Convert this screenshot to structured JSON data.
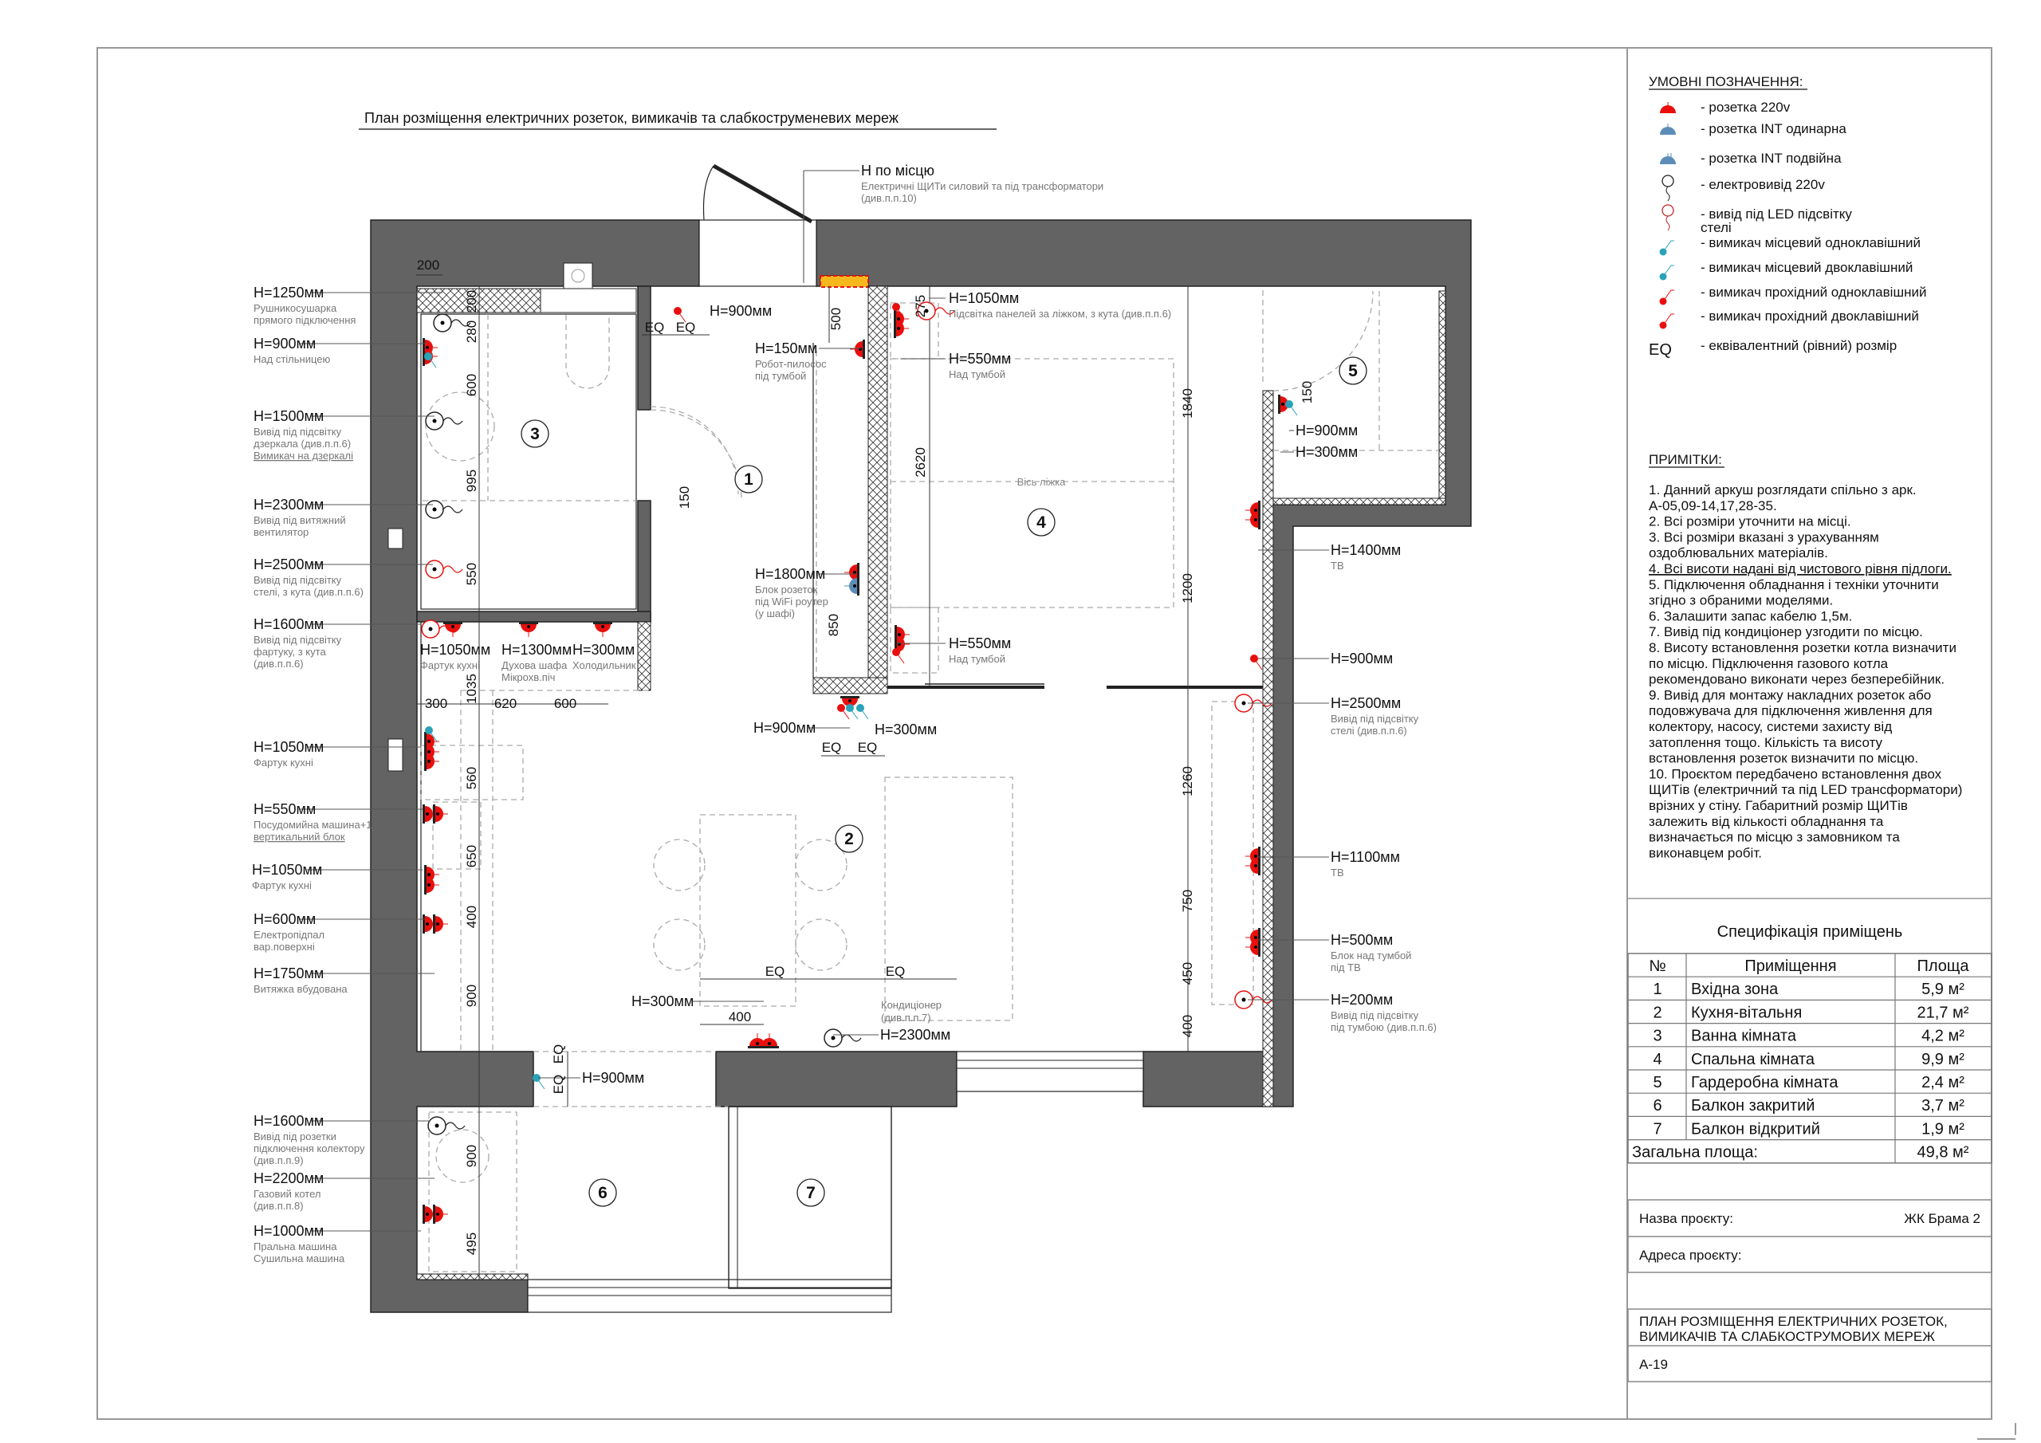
{
  "title": "План розміщення електричних розеток, вимикачів та слабкоструменевих мереж",
  "colors": {
    "socket": "#e8100e",
    "int_socket": "#5b8db8",
    "switch_local": "#2aa3b8",
    "panel": "#f6b81c",
    "wall": "#636363"
  },
  "legend": {
    "heading": "УМОВНІ ПОЗНАЧЕННЯ:",
    "items": [
      {
        "icon": "socket-220v-icon",
        "label": "- розетка 220v"
      },
      {
        "icon": "int-socket-single-icon",
        "label": "- розетка INT одинарна"
      },
      {
        "icon": "int-socket-double-icon",
        "label": "- розетка INT подвійна"
      },
      {
        "icon": "power-outlet-220v-icon",
        "label": "- електровивід 220v"
      },
      {
        "icon": "led-outlet-icon",
        "label": "- вивід під  LED підсвітку",
        "label2": "стелі"
      },
      {
        "icon": "local-switch-single-icon",
        "label": "- вимикач місцевий одноклавішний"
      },
      {
        "icon": "local-switch-double-icon",
        "label": "- вимикач місцевий двоклавішний"
      },
      {
        "icon": "pass-switch-single-icon",
        "label": "- вимикач прохідний одноклавішний"
      },
      {
        "icon": "pass-switch-double-icon",
        "label": "- вимикач прохідний двоклавішний"
      },
      {
        "icon": "eq-symbol",
        "symbol": "EQ",
        "label": "- еквівалентний (рівний) розмір"
      }
    ]
  },
  "notes": {
    "heading": "ПРИМІТКИ:",
    "lines": [
      "1. Данний аркуш розглядати спільно з арк.",
      "А-05,09-14,17,28-35.",
      "2. Всі розміри уточнити на місці.",
      "3. Всі розміри вказані з урахуванням",
      "оздоблювальних матеріалів.",
      "4. Всі висоти надані від чистового рівня підлоги.",
      "5. Підключення обладнання і техніки уточнити",
      "згідно з обраними моделями.",
      "6. Залашити запас кабелю 1,5м.",
      "7. Вивід під кондиціонер узгодити по місцю.",
      "8. Висоту встановлення розетки котла визначити",
      "по місцю. Підключення газового котла",
      "рекомендовано виконати через безперебійник.",
      "9. Вивід для монтажу накладних розеток або",
      "подовжувача для підключення живлення для",
      "колектору, насосу, системи захисту від",
      "затоплення тощо. Кількість та висоту",
      "встановлення розеток визначити по місцю.",
      "10. Проєктом передбачено встановлення двох",
      "ЩИТів (електричний та під LED трансформатори)",
      "врізних у стіну. Габаритний розмір ЩИТів",
      "залежить від кількості обладнання та",
      "визначається по місцю з замовником та",
      "виконавцем робіт."
    ]
  },
  "spec": {
    "title": "Специфікація приміщень",
    "headers": [
      "№",
      "Приміщення",
      "Площа"
    ],
    "rows": [
      [
        "1",
        "Вхідна зона",
        "5,9 м²"
      ],
      [
        "2",
        "Кухня-вітальня",
        "21,7 м²"
      ],
      [
        "3",
        "Ванна кімната",
        "4,2 м²"
      ],
      [
        "4",
        "Спальна кімната",
        "9,9 м²"
      ],
      [
        "5",
        "Гардеробна кімната",
        "2,4 м²"
      ],
      [
        "6",
        "Балкон закритий",
        "3,7 м²"
      ],
      [
        "7",
        "Балкон відкритий",
        "1,9 м²"
      ]
    ],
    "total_label": "Загальна площа:",
    "total_value": "49,8 м²"
  },
  "project": {
    "name_label": "Назва проєкту:",
    "name_value": "ЖК Брама 2",
    "address_label": "Адреса проєкту:"
  },
  "sheet": {
    "title_lines": [
      "ПЛАН РОЗМІЩЕННЯ ЕЛЕКТРИЧНИХ РОЗЕТОК,",
      "ВИМИКАЧІВ ТА СЛАБКОСТРУМОВИХ МЕРЕЖ"
    ],
    "code": "А-19"
  },
  "plan": {
    "rooms": [
      "1",
      "2",
      "3",
      "4",
      "5",
      "6",
      "7"
    ],
    "bed_axis": "Вісь ліжка",
    "ac_note": [
      "Кондиціонер",
      "(див.п.п.7)"
    ],
    "callouts": [
      {
        "h": "H=1250мм",
        "sub": [
          "Рушникосушарка",
          "прямого підключення"
        ]
      },
      {
        "h": "H=900мм",
        "sub": [
          "Над стільницею"
        ]
      },
      {
        "h": "H=1500мм",
        "sub": [
          "Вивід під підсвітку",
          "дзеркала (див.п.п.6)",
          "Вимикач на дзеркалі"
        ]
      },
      {
        "h": "H=2300мм",
        "sub": [
          "Вивід під витяжний",
          "вентилятор"
        ]
      },
      {
        "h": "H=2500мм",
        "sub": [
          "Вивід під підсвітку",
          "стелі, з кута (див.п.п.6)"
        ]
      },
      {
        "h": "H=1600мм",
        "sub": [
          "Вивід під підсвітку",
          "фартуку, з кута",
          "(див.п.п.6)"
        ]
      },
      {
        "h": "H=1050мм",
        "sub": [
          "Фартук кухні"
        ]
      },
      {
        "h": "H=1300мм",
        "sub": [
          "Духова шафа",
          "Мікрохв.піч"
        ]
      },
      {
        "h": "H=300мм",
        "sub": [
          "Холодильник"
        ]
      },
      {
        "h": "H=1050мм",
        "sub": [
          "Фартук кухні"
        ]
      },
      {
        "h": "H=550мм",
        "sub": [
          "Посудомийна машина+1",
          "вертикальний блок"
        ]
      },
      {
        "h": "H=1050мм",
        "sub": [
          "Фартук кухні"
        ]
      },
      {
        "h": "H=600мм",
        "sub": [
          "Електропідпал",
          "вар.поверхні"
        ]
      },
      {
        "h": "H=1750мм",
        "sub": [
          "Витяжка вбудована"
        ]
      },
      {
        "h": "H=1600мм",
        "sub": [
          "Вивід під розетки",
          "підключення колектору",
          "(див.п.п.9)"
        ]
      },
      {
        "h": "H=2200мм",
        "sub": [
          "Газовий котел",
          "(див.п.п.8)"
        ]
      },
      {
        "h": "H=1000мм",
        "sub": [
          "Пральна машина",
          "Сушильна машина"
        ]
      },
      {
        "h": "Н по місцю",
        "sub": [
          "Електричні ЩИТи силовий та під трансформатори",
          "(див.п.п.10)"
        ]
      },
      {
        "h": "H=900мм",
        "sub": []
      },
      {
        "h": "H=150мм",
        "sub": [
          "Робот-пилосос",
          "під тумбой"
        ]
      },
      {
        "h": "H=1050мм",
        "sub": [
          "Підсвітка панелей за ліжком, з кута (див.п.п.6)"
        ]
      },
      {
        "h": "H=550мм",
        "sub": [
          "Над тумбой"
        ]
      },
      {
        "h": "H=1800мм",
        "sub": [
          "Блок розеток",
          "під WiFi роутер",
          "(у шафі)"
        ]
      },
      {
        "h": "H=550мм",
        "sub": [
          "Над тумбой"
        ]
      },
      {
        "h": "H=900мм",
        "sub": []
      },
      {
        "h": "H=300мм",
        "sub": []
      },
      {
        "h": "H=900мм",
        "sub": []
      },
      {
        "h": "H=300мм",
        "sub": []
      },
      {
        "h": "H=1400мм",
        "sub": [
          "ТВ"
        ]
      },
      {
        "h": "H=900мм",
        "sub": []
      },
      {
        "h": "H=2500мм",
        "sub": [
          "Вивід під підсвітку",
          "стелі (див.п.п.6)"
        ]
      },
      {
        "h": "H=1100мм",
        "sub": [
          "ТВ"
        ]
      },
      {
        "h": "H=500мм",
        "sub": [
          "Блок над тумбой",
          "під ТВ"
        ]
      },
      {
        "h": "H=200мм",
        "sub": [
          "Вивід під підсвітку",
          "під тумбою (див.п.п.6)"
        ]
      },
      {
        "h": "H=300мм",
        "sub": []
      },
      {
        "h": "H=2300мм",
        "sub": []
      },
      {
        "h": "H=900мм",
        "sub": []
      }
    ],
    "dims": [
      "200",
      "200",
      "280",
      "600",
      "995",
      "550",
      "1035",
      "300",
      "620",
      "600",
      "560",
      "650",
      "400",
      "900",
      "900",
      "495",
      "150",
      "500",
      "275",
      "2620",
      "850",
      "1840",
      "1200",
      "1260",
      "750",
      "450",
      "400",
      "150",
      "400",
      "EQ",
      "EQ",
      "EQ",
      "EQ",
      "EQ",
      "EQ",
      "EQ",
      "EQ"
    ]
  }
}
